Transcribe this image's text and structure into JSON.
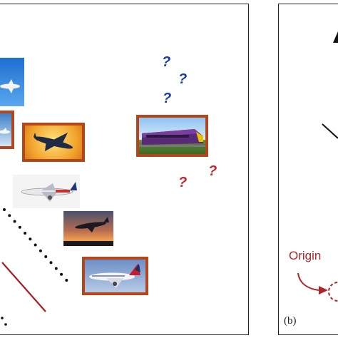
{
  "panel_a": {
    "unknown_marks": [
      {
        "text": "?",
        "color": "blue"
      },
      {
        "text": "?",
        "color": "blue"
      },
      {
        "text": "?",
        "color": "blue"
      },
      {
        "text": "?",
        "color": "red"
      },
      {
        "text": "?",
        "color": "red"
      }
    ],
    "images": [
      {
        "subject": "airplane-blue-sky",
        "framed": false
      },
      {
        "subject": "airplane-blue-sky-2",
        "framed": true
      },
      {
        "subject": "airplane-yellow-sky",
        "framed": true
      },
      {
        "subject": "airliner-white-background",
        "framed": false
      },
      {
        "subject": "airplane-sunset",
        "framed": false
      },
      {
        "subject": "delta-airliner",
        "framed": true
      },
      {
        "subject": "train-purple",
        "framed": true
      }
    ]
  },
  "panel_b": {
    "label": "(b)",
    "origin_label": "Origin"
  },
  "colors": {
    "frame": "#b5451b",
    "blue_mark": "#1a3aa8",
    "red_mark": "#c0282d",
    "origin_red": "#b0242b",
    "line_dark_red": "#a31d22"
  }
}
